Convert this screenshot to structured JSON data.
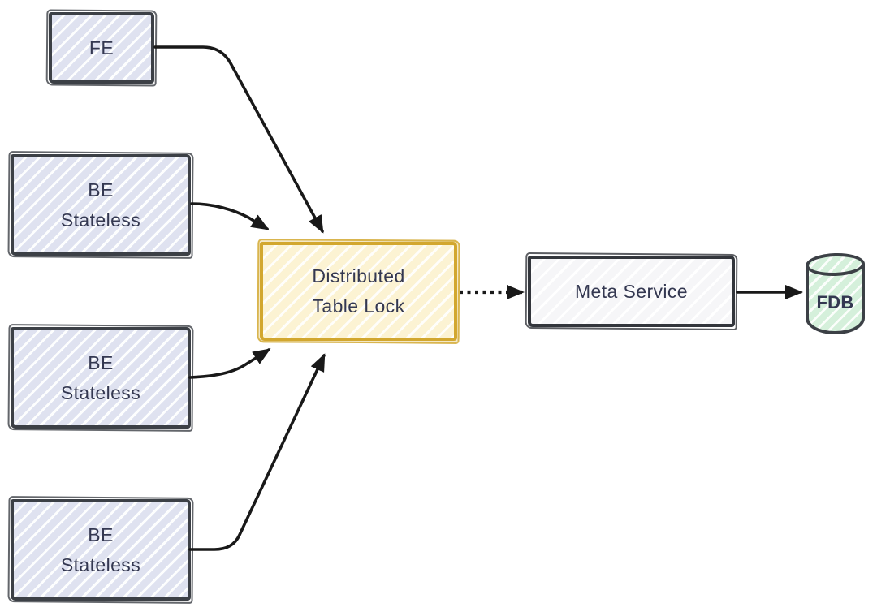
{
  "diagram": {
    "type": "flowchart",
    "nodes": {
      "fe": {
        "label": "FE",
        "shape": "rectangle",
        "fill": "#dfe2f0",
        "stroke": "#3c4046"
      },
      "be1": {
        "line1": "BE",
        "line2": "Stateless",
        "shape": "rectangle",
        "fill": "#dfe2f0",
        "stroke": "#3c4046"
      },
      "be2": {
        "line1": "BE",
        "line2": "Stateless",
        "shape": "rectangle",
        "fill": "#dfe2f0",
        "stroke": "#3c4046"
      },
      "be3": {
        "line1": "BE",
        "line2": "Stateless",
        "shape": "rectangle",
        "fill": "#dfe2f0",
        "stroke": "#3c4046"
      },
      "lock": {
        "line1": "Distributed",
        "line2": "Table Lock",
        "shape": "rectangle",
        "fill": "#fcf3d3",
        "stroke": "#d2a72f"
      },
      "meta": {
        "label": "Meta Service",
        "shape": "rectangle",
        "fill": "#f6f6f8",
        "stroke": "#33363c"
      },
      "fdb": {
        "label": "FDB",
        "shape": "cylinder",
        "fill": "#d5f0db",
        "stroke": "#3c4046"
      }
    },
    "edges": [
      {
        "from": "fe",
        "to": "lock",
        "line": "solid",
        "arrowhead": "triangle"
      },
      {
        "from": "be1",
        "to": "lock",
        "line": "solid",
        "arrowhead": "triangle"
      },
      {
        "from": "be2",
        "to": "lock",
        "line": "solid",
        "arrowhead": "triangle"
      },
      {
        "from": "be3",
        "to": "lock",
        "line": "solid",
        "arrowhead": "triangle"
      },
      {
        "from": "lock",
        "to": "meta",
        "line": "dotted",
        "arrowhead": "triangle"
      },
      {
        "from": "meta",
        "to": "fdb",
        "line": "solid",
        "arrowhead": "triangle"
      }
    ],
    "colors": {
      "background": "#ffffff",
      "arrow": "#191919",
      "text": "#343851"
    }
  }
}
